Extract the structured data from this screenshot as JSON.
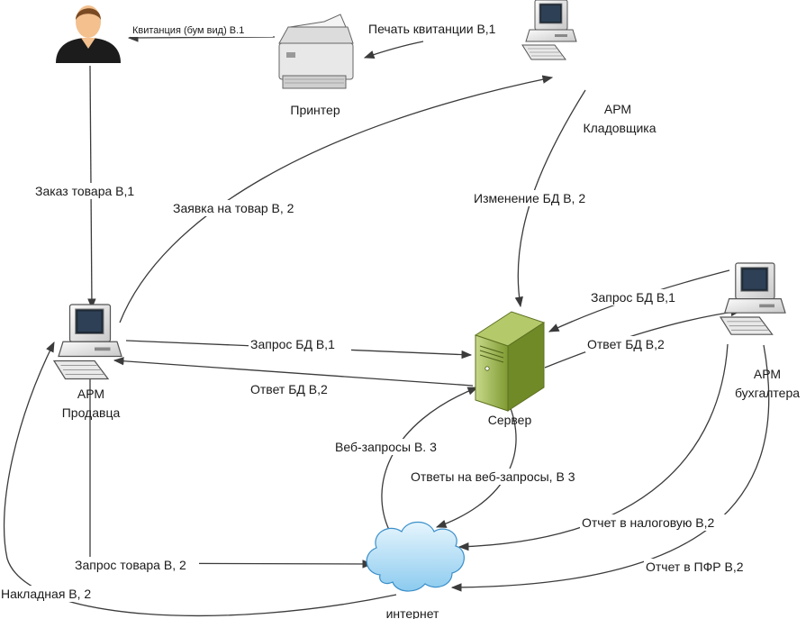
{
  "nodes": {
    "customer": {
      "label": ""
    },
    "printer": {
      "label": "Принтер"
    },
    "arm_storekeeper": {
      "label_line1": "АРМ",
      "label_line2": "Кладовщика"
    },
    "arm_seller": {
      "label_line1": "АРМ",
      "label_line2": "Продавца"
    },
    "server": {
      "label": "Сервер"
    },
    "arm_accountant": {
      "label_line1": "АРМ",
      "label_line2": "бухгалтера"
    },
    "internet": {
      "label": "интернет"
    }
  },
  "edges": {
    "receipt_paper": "Квитанция (бум вид) В.1",
    "print_receipt": "Печать квитанции В,1",
    "order_goods": "Заказ товара В,1",
    "goods_request_arm": "Заявка на товар В, 2",
    "db_change": "Изменение БД В, 2",
    "db_request_seller": "Запрос БД В,1",
    "db_response_seller": "Ответ БД В,2",
    "db_request_accountant": "Запрос БД В,1",
    "db_response_accountant": "Ответ БД В,2",
    "web_requests": "Веб-запросы В. 3",
    "web_responses": "Ответы на веб-запросы, В 3",
    "tax_report": "Отчет в налоговую В,2",
    "pfr_report": "Отчет в ПФР В,2",
    "goods_request_internet": "Запрос товара В, 2",
    "waybill": "Накладная В, 2"
  },
  "icons": {
    "customer": "person-icon",
    "printer": "printer-icon",
    "workstation": "computer-icon",
    "server": "server-icon",
    "internet": "cloud-icon"
  },
  "colors": {
    "server_body": "#9bb44a",
    "cloud_fill": "#bfe3f8",
    "person_shirt": "#1c1c1c",
    "person_face": "#f3c08e",
    "lines": "#3b3b3b"
  }
}
